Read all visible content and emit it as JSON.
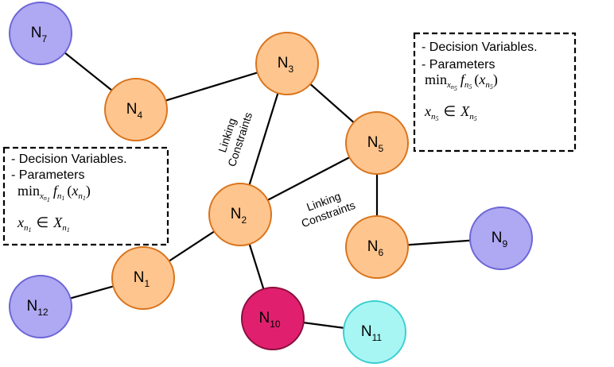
{
  "colors": {
    "orange_fill": "#FFC58F",
    "orange_stroke": "#D9741C",
    "purple_fill": "#AFA8F2",
    "purple_stroke": "#6C66D6",
    "magenta_fill": "#E0206E",
    "magenta_stroke": "#8A0F3D",
    "cyan_fill": "#A8F6F4",
    "cyan_stroke": "#3CCFD0"
  },
  "nodes": [
    {
      "id": "n1",
      "base": "N",
      "sub": "1",
      "color": "orange"
    },
    {
      "id": "n2",
      "base": "N",
      "sub": "2",
      "color": "orange"
    },
    {
      "id": "n3",
      "base": "N",
      "sub": "3",
      "color": "orange"
    },
    {
      "id": "n4",
      "base": "N",
      "sub": "4",
      "color": "orange"
    },
    {
      "id": "n5",
      "base": "N",
      "sub": "5",
      "color": "orange"
    },
    {
      "id": "n6",
      "base": "N",
      "sub": "6",
      "color": "orange"
    },
    {
      "id": "n7",
      "base": "N",
      "sub": "7",
      "color": "purple"
    },
    {
      "id": "n9",
      "base": "N",
      "sub": "9",
      "color": "purple"
    },
    {
      "id": "n10",
      "base": "N",
      "sub": "10",
      "color": "magenta"
    },
    {
      "id": "n11",
      "base": "N",
      "sub": "11",
      "color": "cyan"
    },
    {
      "id": "n12",
      "base": "N",
      "sub": "12",
      "color": "purple"
    }
  ],
  "edges": [
    [
      "n7",
      "n4"
    ],
    [
      "n4",
      "n3"
    ],
    [
      "n3",
      "n2"
    ],
    [
      "n3",
      "n5"
    ],
    [
      "n2",
      "n5"
    ],
    [
      "n5",
      "n6"
    ],
    [
      "n6",
      "n9"
    ],
    [
      "n2",
      "n1"
    ],
    [
      "n1",
      "n12"
    ],
    [
      "n2",
      "n10"
    ],
    [
      "n10",
      "n11"
    ]
  ],
  "edge_labels": {
    "linking_1_line1": "Linking",
    "linking_1_line2": "Constraints",
    "linking_2_line1": "Linking",
    "linking_2_line2": "Constraints"
  },
  "box_left": {
    "line1": "- Decision Variables.",
    "line2": "- Parameters",
    "objective": {
      "op": "min",
      "var": "x",
      "node": "n",
      "idx": "1",
      "func": "f"
    },
    "constraint": {
      "var": "x",
      "node": "n",
      "idx": "1",
      "set": "X"
    }
  },
  "box_right": {
    "line1": "- Decision Variables.",
    "line2": "- Parameters",
    "objective": {
      "op": "min",
      "var": "x",
      "node": "n",
      "idx": "5",
      "func": "f"
    },
    "constraint": {
      "var": "x",
      "node": "n",
      "idx": "5",
      "set": "X"
    }
  }
}
